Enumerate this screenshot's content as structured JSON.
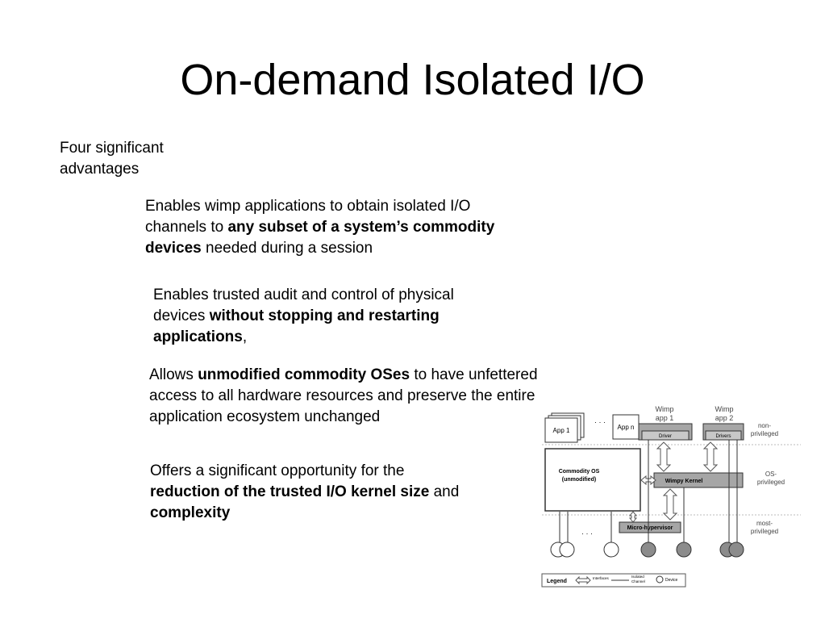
{
  "slide": {
    "title": "On-demand Isolated I/O",
    "subtitle_line1": "Four significant",
    "subtitle_line2": "advantages"
  },
  "bullets": {
    "b1": {
      "l1": "Enables wimp applications to obtain isolated I/O",
      "l2_pre": "channels to ",
      "l2_bold": "any subset of a system’s commodity",
      "l3_bold": "devices",
      "l3_post": " needed during a session"
    },
    "b2": {
      "l1": "Enables trusted audit and control of physical",
      "l2_pre": "devices ",
      "l2_bold": "without stopping and restarting",
      "l3_bold": "applications",
      "l3_post": ","
    },
    "b3": {
      "l1_pre": "Allows ",
      "l1_bold": "unmodified commodity OSes",
      "l1_post": " to have unfettered",
      "l2": "access to all hardware resources and preserve the entire",
      "l3": "application ecosystem unchanged"
    },
    "b4": {
      "l1": "Offers a significant opportunity for the",
      "l2_bold": "reduction of the trusted I/O kernel size",
      "l2_post": " and",
      "l3_bold": "complexity"
    }
  },
  "diagram": {
    "app1": "App 1",
    "appn": "App n",
    "ellipsis": "· · ·",
    "wimp1_l1": "Wimp",
    "wimp1_l2": "app 1",
    "wimp2_l1": "Wimp",
    "wimp2_l2": "app 2",
    "driver": "Driver",
    "drivers": "Drivers",
    "nonpriv_l1": "non-",
    "nonpriv_l2": "privileged",
    "os_l1": "Commodity OS",
    "os_l2": "(unmodified)",
    "wimpy_kernel": "Wimpy  Kernel",
    "ospriv_l1": "OS-",
    "ospriv_l2": "privileged",
    "hypervisor": "Micro-hypervisor",
    "mostpriv_l1": "most-",
    "mostpriv_l2": "privileged",
    "legend": "Legend",
    "legend_interfaces": "Interfaces",
    "legend_isolated_l1": "Isolated",
    "legend_isolated_l2": "Channel",
    "legend_device": "Device"
  },
  "colors": {
    "text": "#000000",
    "diagram_gray": "#a6a6a6",
    "device_dark": "#8c8c8c",
    "line": "#333333"
  }
}
